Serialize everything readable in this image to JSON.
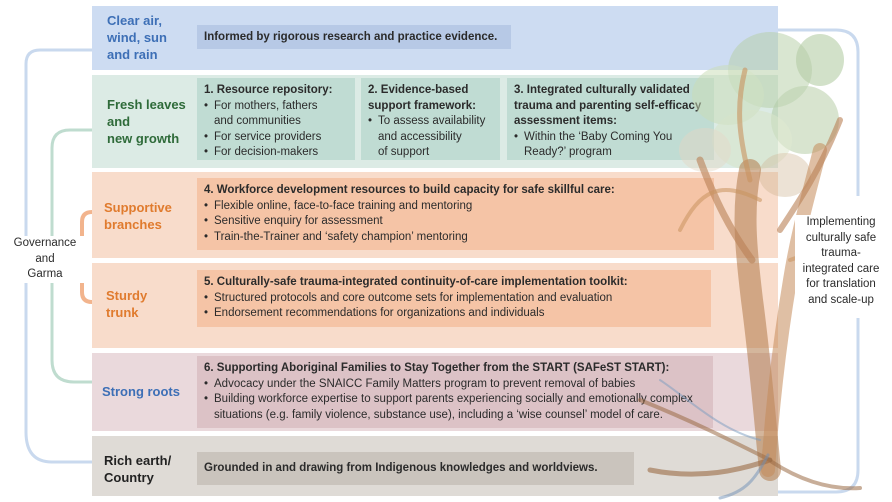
{
  "layers": {
    "air": {
      "label": [
        "Clear air,",
        "wind, sun",
        "and rain"
      ],
      "text": "Informed by rigorous research and practice evidence.",
      "color": "#3d6fb6"
    },
    "leaves": {
      "label": [
        "Fresh leaves",
        "and",
        "new growth"
      ],
      "color": "#2f6b3a",
      "items": [
        {
          "title": [
            "1. Resource repository:"
          ],
          "bullets": [
            [
              "For mothers, fathers",
              "and communities"
            ],
            [
              "For service providers"
            ],
            [
              "For decision-makers"
            ]
          ]
        },
        {
          "title": [
            "2. Evidence-based",
            "support framework:"
          ],
          "bullets": [
            [
              "To assess availability",
              "and accessibility",
              "of support"
            ]
          ]
        },
        {
          "title": [
            "3. Integrated culturally validated",
            "trauma and parenting self-efficacy",
            "assessment items:"
          ],
          "bullets": [
            [
              "Within the ‘Baby Coming You",
              "Ready?’ program"
            ]
          ]
        }
      ]
    },
    "branches": {
      "label": [
        "Supportive",
        "branches"
      ],
      "color": "#e07b2e",
      "title": "4. Workforce development resources to build capacity for safe skillful care:",
      "bullets": [
        "Flexible online, face-to-face training and mentoring",
        "Sensitive enquiry for assessment",
        "Train-the-Trainer and ‘safety champion’ mentoring"
      ]
    },
    "trunk": {
      "label": [
        "Sturdy",
        "trunk"
      ],
      "color": "#e07b2e",
      "title": "5. Culturally-safe trauma-integrated continuity-of-care implementation toolkit:",
      "bullets": [
        "Structured protocols and core outcome sets for implementation and evaluation",
        "Endorsement recommendations for organizations and individuals"
      ]
    },
    "roots": {
      "label": [
        "Strong roots"
      ],
      "color": "#3d6fb6",
      "title": "6. Supporting Aboriginal Families to Stay Together from the START (SAFeST START):",
      "bullets": [
        [
          "Advocacy under the SNAICC Family Matters program to prevent removal of babies"
        ],
        [
          "Building workforce expertise to support parents experiencing socially and emotionally complex",
          "situations (e.g. family violence, substance use), including a ‘wise counsel’ model of care."
        ]
      ]
    },
    "earth": {
      "label": [
        "Rich earth/",
        "Country"
      ],
      "color": "#222222",
      "text": "Grounded in and drawing from Indigenous knowledges and worldviews."
    }
  },
  "left_label": [
    "Governance",
    "and",
    "Garma"
  ],
  "right_label": [
    "Implementing",
    "culturally safe",
    "trauma-",
    "integrated care",
    "for translation",
    "and scale-up"
  ]
}
